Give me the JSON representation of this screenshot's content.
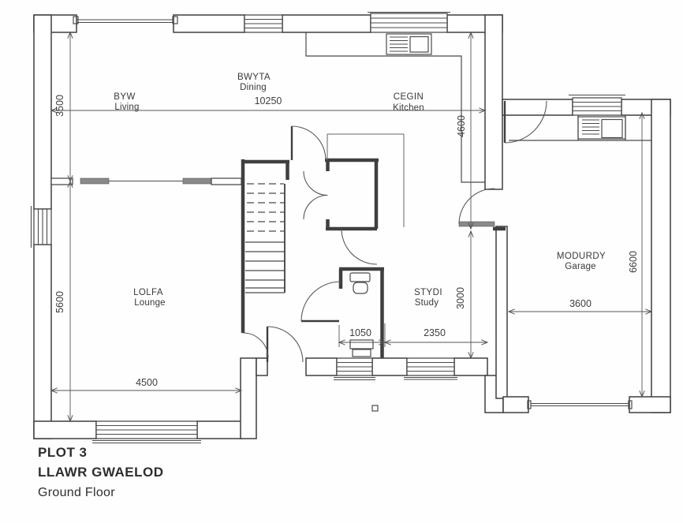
{
  "drawing": {
    "title": {
      "plot": "PLOT 3",
      "floor_cy": "LLAWR GWAELOD",
      "floor_en": "Ground Floor"
    },
    "rooms": {
      "dining": {
        "cy": "BWYTA",
        "en": "Dining"
      },
      "living": {
        "cy": "BYW",
        "en": "Living"
      },
      "kitchen": {
        "cy": "CEGIN",
        "en": "Kitchen"
      },
      "lounge": {
        "cy": "LOLFA",
        "en": "Lounge"
      },
      "study": {
        "cy": "STYDI",
        "en": "Study"
      },
      "garage": {
        "cy": "MODURDY",
        "en": "Garage"
      }
    },
    "dimensions_mm": {
      "overall_width": "10250",
      "living_zone_depth": "3500",
      "lounge_zone_depth": "5600",
      "kitchen_zone_depth": "4600",
      "study_zone_depth": "3000",
      "lounge_width": "4500",
      "wc_width": "1050",
      "study_width": "2350",
      "garage_width": "3600",
      "garage_depth": "6600"
    },
    "colors": {
      "line": "#3f3f3f",
      "dim_line": "#555555",
      "beam_fill": "#8a8a8a",
      "background": "#ffffff"
    }
  }
}
